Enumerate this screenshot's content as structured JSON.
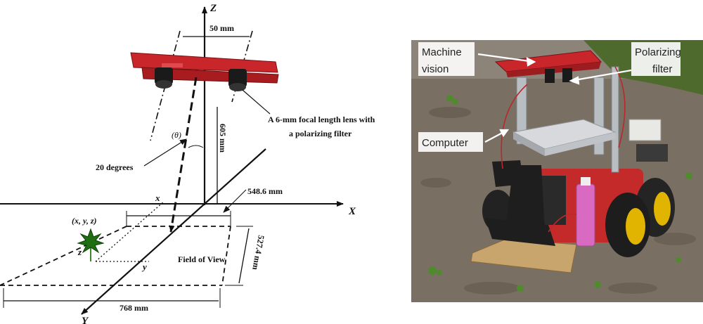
{
  "diagram": {
    "axis_z": "Z",
    "axis_x": "X",
    "axis_y": "Y",
    "baseline_label": "50 mm",
    "lens_label_line1": "A 6-mm focal length lens with",
    "lens_label_line2": "a polarizing filter",
    "height_label": "605 mm",
    "theta_label": "(θ)",
    "tilt_label": "20 degrees",
    "point_label": "(x, y, z)",
    "coord_x": "x",
    "coord_y": "y",
    "coord_z": "z",
    "top_width_label": "548.6 mm",
    "fov_label": "Field of View",
    "fov_depth_label": "527.4 mm",
    "bottom_width_label": "768 mm"
  },
  "photo": {
    "machine_vision_line1": "Machine",
    "machine_vision_line2": "vision",
    "polarizing_line1": "Polarizing",
    "polarizing_line2": "filter",
    "computer_label": "Computer"
  },
  "colors": {
    "camera_rail": "#c8262b",
    "robot_body": "#c42a2a",
    "wheel_hub": "#e0b400",
    "ground": "#7a6f63",
    "liquid": "#d86ac2"
  }
}
